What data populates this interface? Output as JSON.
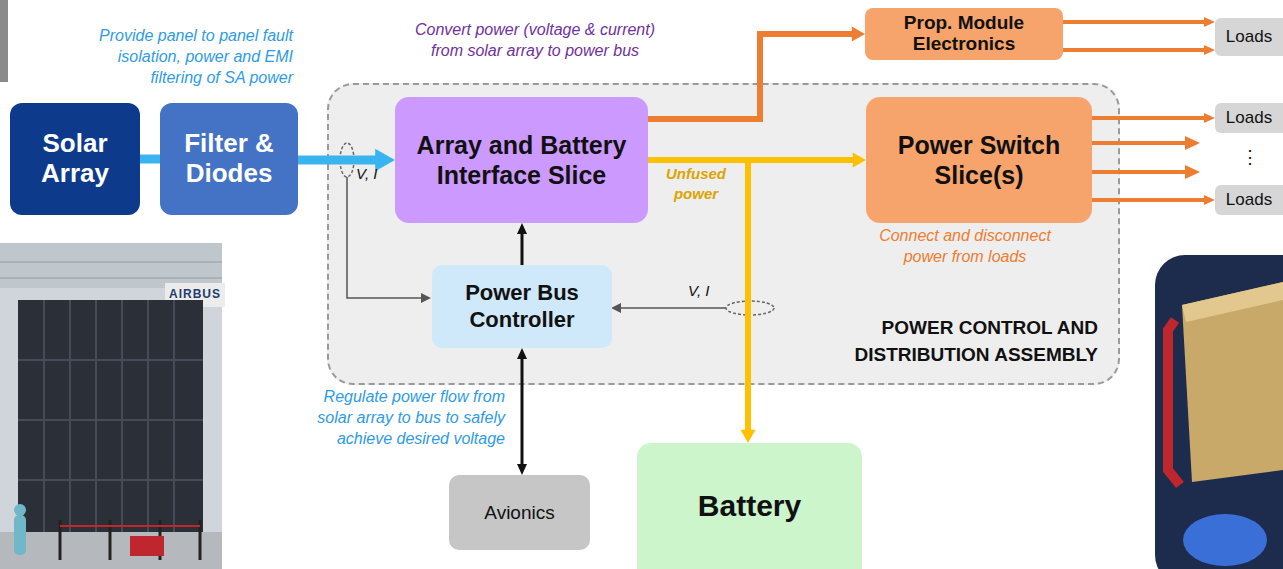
{
  "diagram": {
    "nodes": [
      {
        "text": [
          "Solar Array"
        ]
      },
      {
        "text": [
          "Filter & Diodes"
        ]
      },
      {
        "text": [
          "POWER CONTROL AND DISTRIBUTION ASSEMBLY"
        ]
      },
      {
        "text": [
          "Array and Battery Interface Slice"
        ],
        "in": 2
      },
      {
        "text": [
          "Power Bus Controller"
        ],
        "in": 2
      },
      {
        "text": [
          "Power Switch Slice(s)"
        ],
        "in": 2
      },
      {
        "text": [
          "Prop. Module Electronics"
        ]
      },
      {
        "text": [
          "Loads"
        ]
      },
      {
        "text": [
          "Loads"
        ]
      },
      {
        "text": [
          "Loads"
        ]
      },
      {
        "text": [
          "Avionics"
        ]
      },
      {
        "text": [
          "Battery"
        ]
      }
    ],
    "edges": [
      {
        "from": 0,
        "to": 1,
        "arrow": "none"
      },
      {
        "from": 1,
        "to": 3,
        "arrow": "to"
      },
      {
        "from": 3,
        "to": 6,
        "arrow": "to"
      },
      {
        "from": 3,
        "to": 5,
        "arrow": "to"
      },
      {
        "from": 3,
        "to": 11,
        "arrow": "to"
      },
      {
        "from": 6,
        "to": 7,
        "arrow": "to"
      },
      {
        "from": 6,
        "to": 7,
        "arrow": "to"
      },
      {
        "from": 5,
        "to": 8,
        "arrow": "to"
      },
      {
        "from": 5,
        "to": 9,
        "arrow": "to"
      },
      {
        "from": 4,
        "to": 3,
        "arrow": "to"
      },
      {
        "from": 4,
        "to": 10,
        "arrow": "both"
      }
    ],
    "labels": [
      "Provide panel to panel fault isolation, power and EMI filtering of SA power",
      "Convert power (voltage & current) from solar array to power bus",
      "V, I",
      "Unfused power",
      "V, I",
      "Connect and disconnect power from loads",
      "Regulate power flow from solar array to bus to safely achieve desired voltage",
      "⋮",
      "AIRBUS"
    ]
  }
}
